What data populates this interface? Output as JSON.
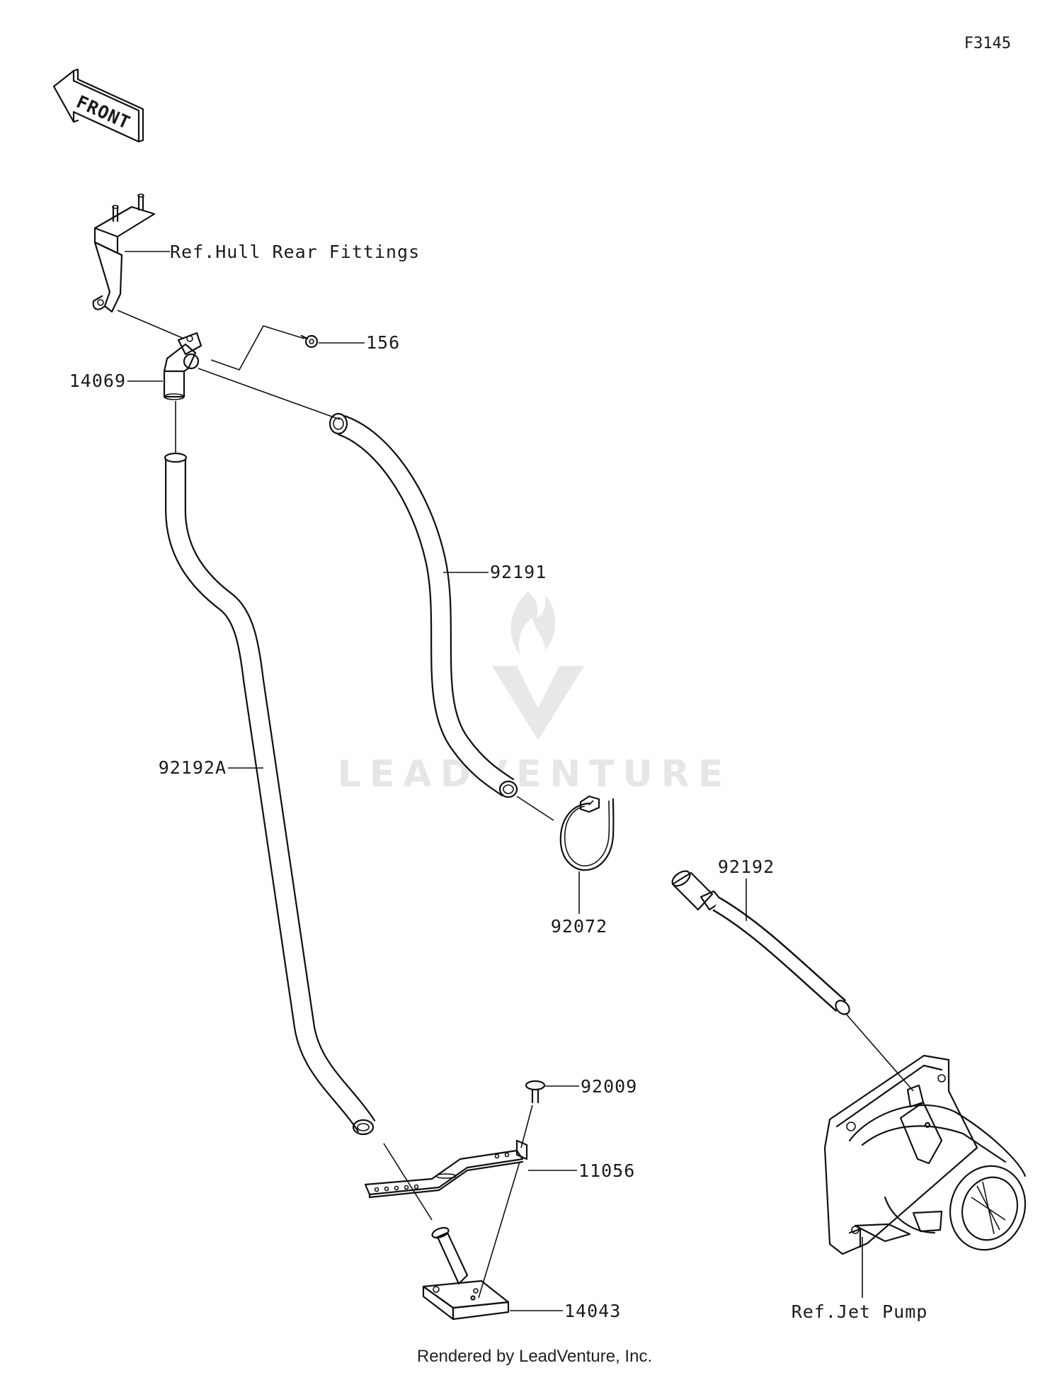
{
  "diagram_code": "F3145",
  "front_arrow_label": "FRONT",
  "watermark": "LEADVENTURE",
  "footer": "Rendered by LeadVenture, Inc.",
  "icons": [
    "front-arrow-icon",
    "leadventure-flame-logo"
  ],
  "callouts": {
    "ref_hull": "Ref.Hull Rear Fittings",
    "p156": "156",
    "p14069": "14069",
    "p92191": "92191",
    "p92192A": "92192A",
    "p92072": "92072",
    "p92192": "92192",
    "p92009": "92009",
    "p11056": "11056",
    "p14043": "14043",
    "ref_jet": "Ref.Jet Pump"
  }
}
